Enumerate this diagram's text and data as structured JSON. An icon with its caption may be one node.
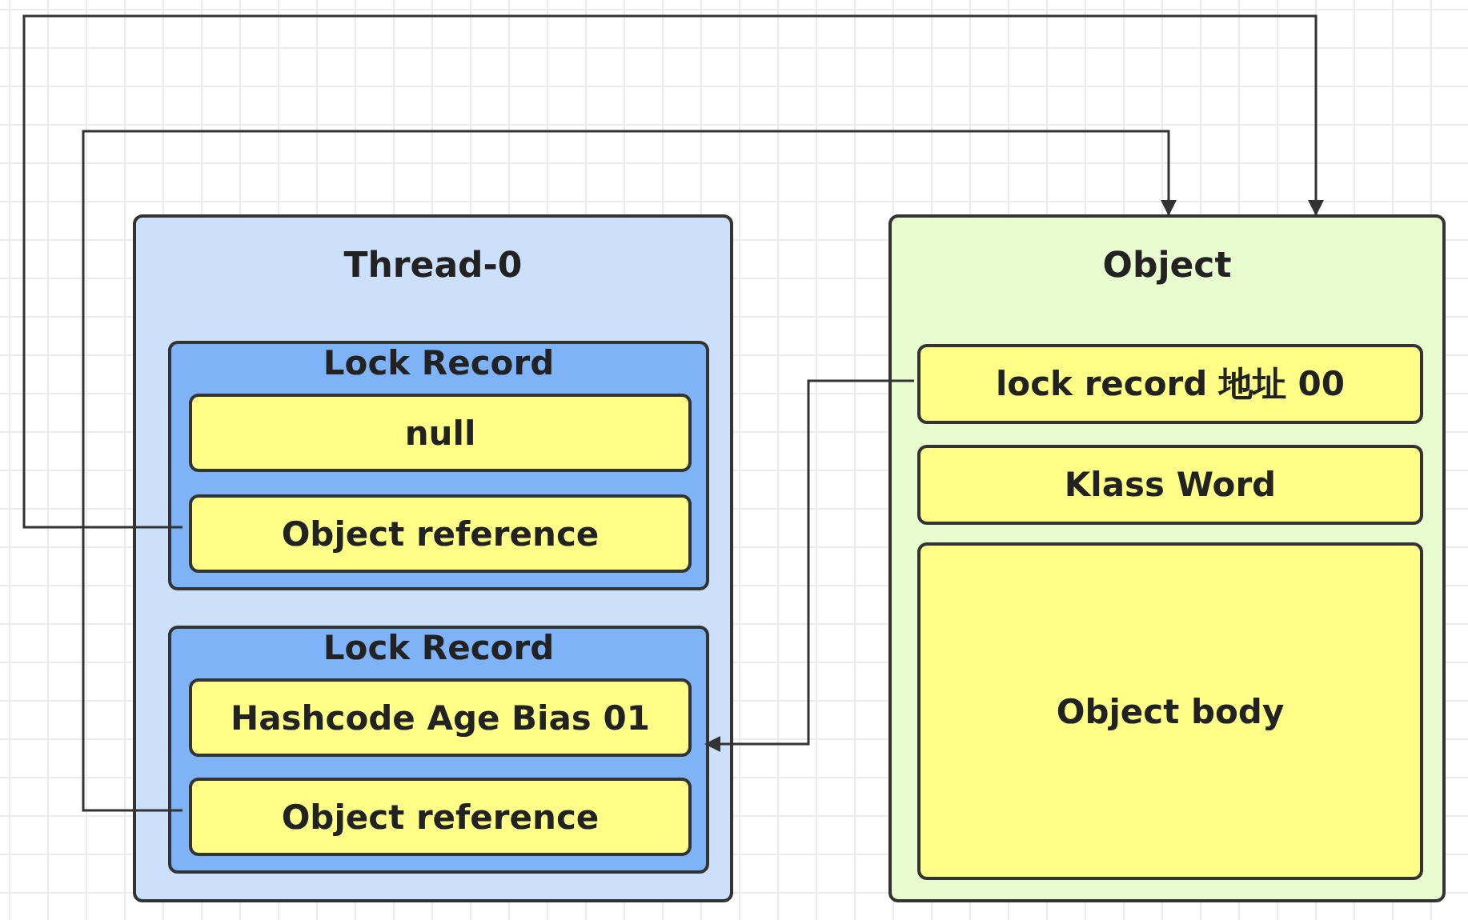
{
  "diagram": {
    "nodes": [
      {
        "text": [
          "Thread-0"
        ]
      },
      {
        "text": [
          "Lock Record"
        ],
        "in": 0
      },
      {
        "text": [
          "null"
        ],
        "in": 1
      },
      {
        "text": [
          "Object reference"
        ],
        "in": 1
      },
      {
        "text": [
          "Lock Record"
        ],
        "in": 0
      },
      {
        "text": [
          "Hashcode Age Bias 01"
        ],
        "in": 4
      },
      {
        "text": [
          "Object reference"
        ],
        "in": 4
      },
      {
        "text": [
          "Object"
        ]
      },
      {
        "text": [
          "lock record 地址 00"
        ],
        "in": 7
      },
      {
        "text": [
          "Klass Word"
        ],
        "in": 7
      },
      {
        "text": [
          "Object body"
        ],
        "in": 7
      }
    ],
    "edges": [
      {
        "from": 3,
        "to": 7,
        "arrow": "to"
      },
      {
        "from": 6,
        "to": 7,
        "arrow": "to"
      },
      {
        "from": 8,
        "to": 4,
        "arrow": "to"
      }
    ]
  }
}
